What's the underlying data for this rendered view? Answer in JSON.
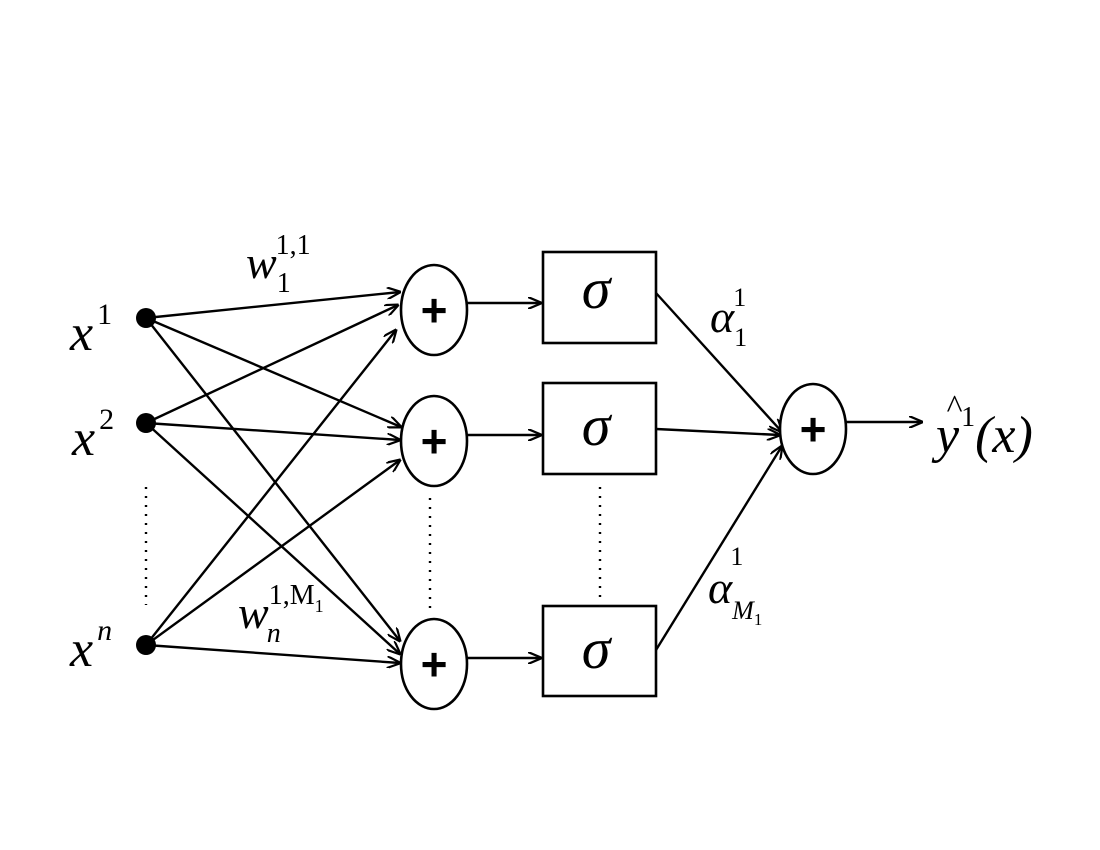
{
  "inputs": {
    "x1": {
      "base": "x",
      "sup": "1"
    },
    "x2": {
      "base": "x",
      "sup": "2"
    },
    "xn": {
      "base": "x",
      "sup": "n"
    }
  },
  "weights": {
    "top": {
      "base": "w",
      "sub": "1",
      "sup": "1,1"
    },
    "bottom": {
      "base": "w",
      "sub": "n",
      "sup_main": "1,M",
      "sup_sub": "1"
    }
  },
  "sum_nodes": {
    "symbol": "+"
  },
  "activation": {
    "symbol": "σ"
  },
  "alphas": {
    "top": {
      "base": "α",
      "sup": "1",
      "sub": "1"
    },
    "bottom": {
      "base": "α",
      "sup": "1",
      "sub_main": "M",
      "sub_sub": "1"
    }
  },
  "output": {
    "hat": "^",
    "base": "y",
    "sup": "1",
    "arg": "(x)"
  }
}
